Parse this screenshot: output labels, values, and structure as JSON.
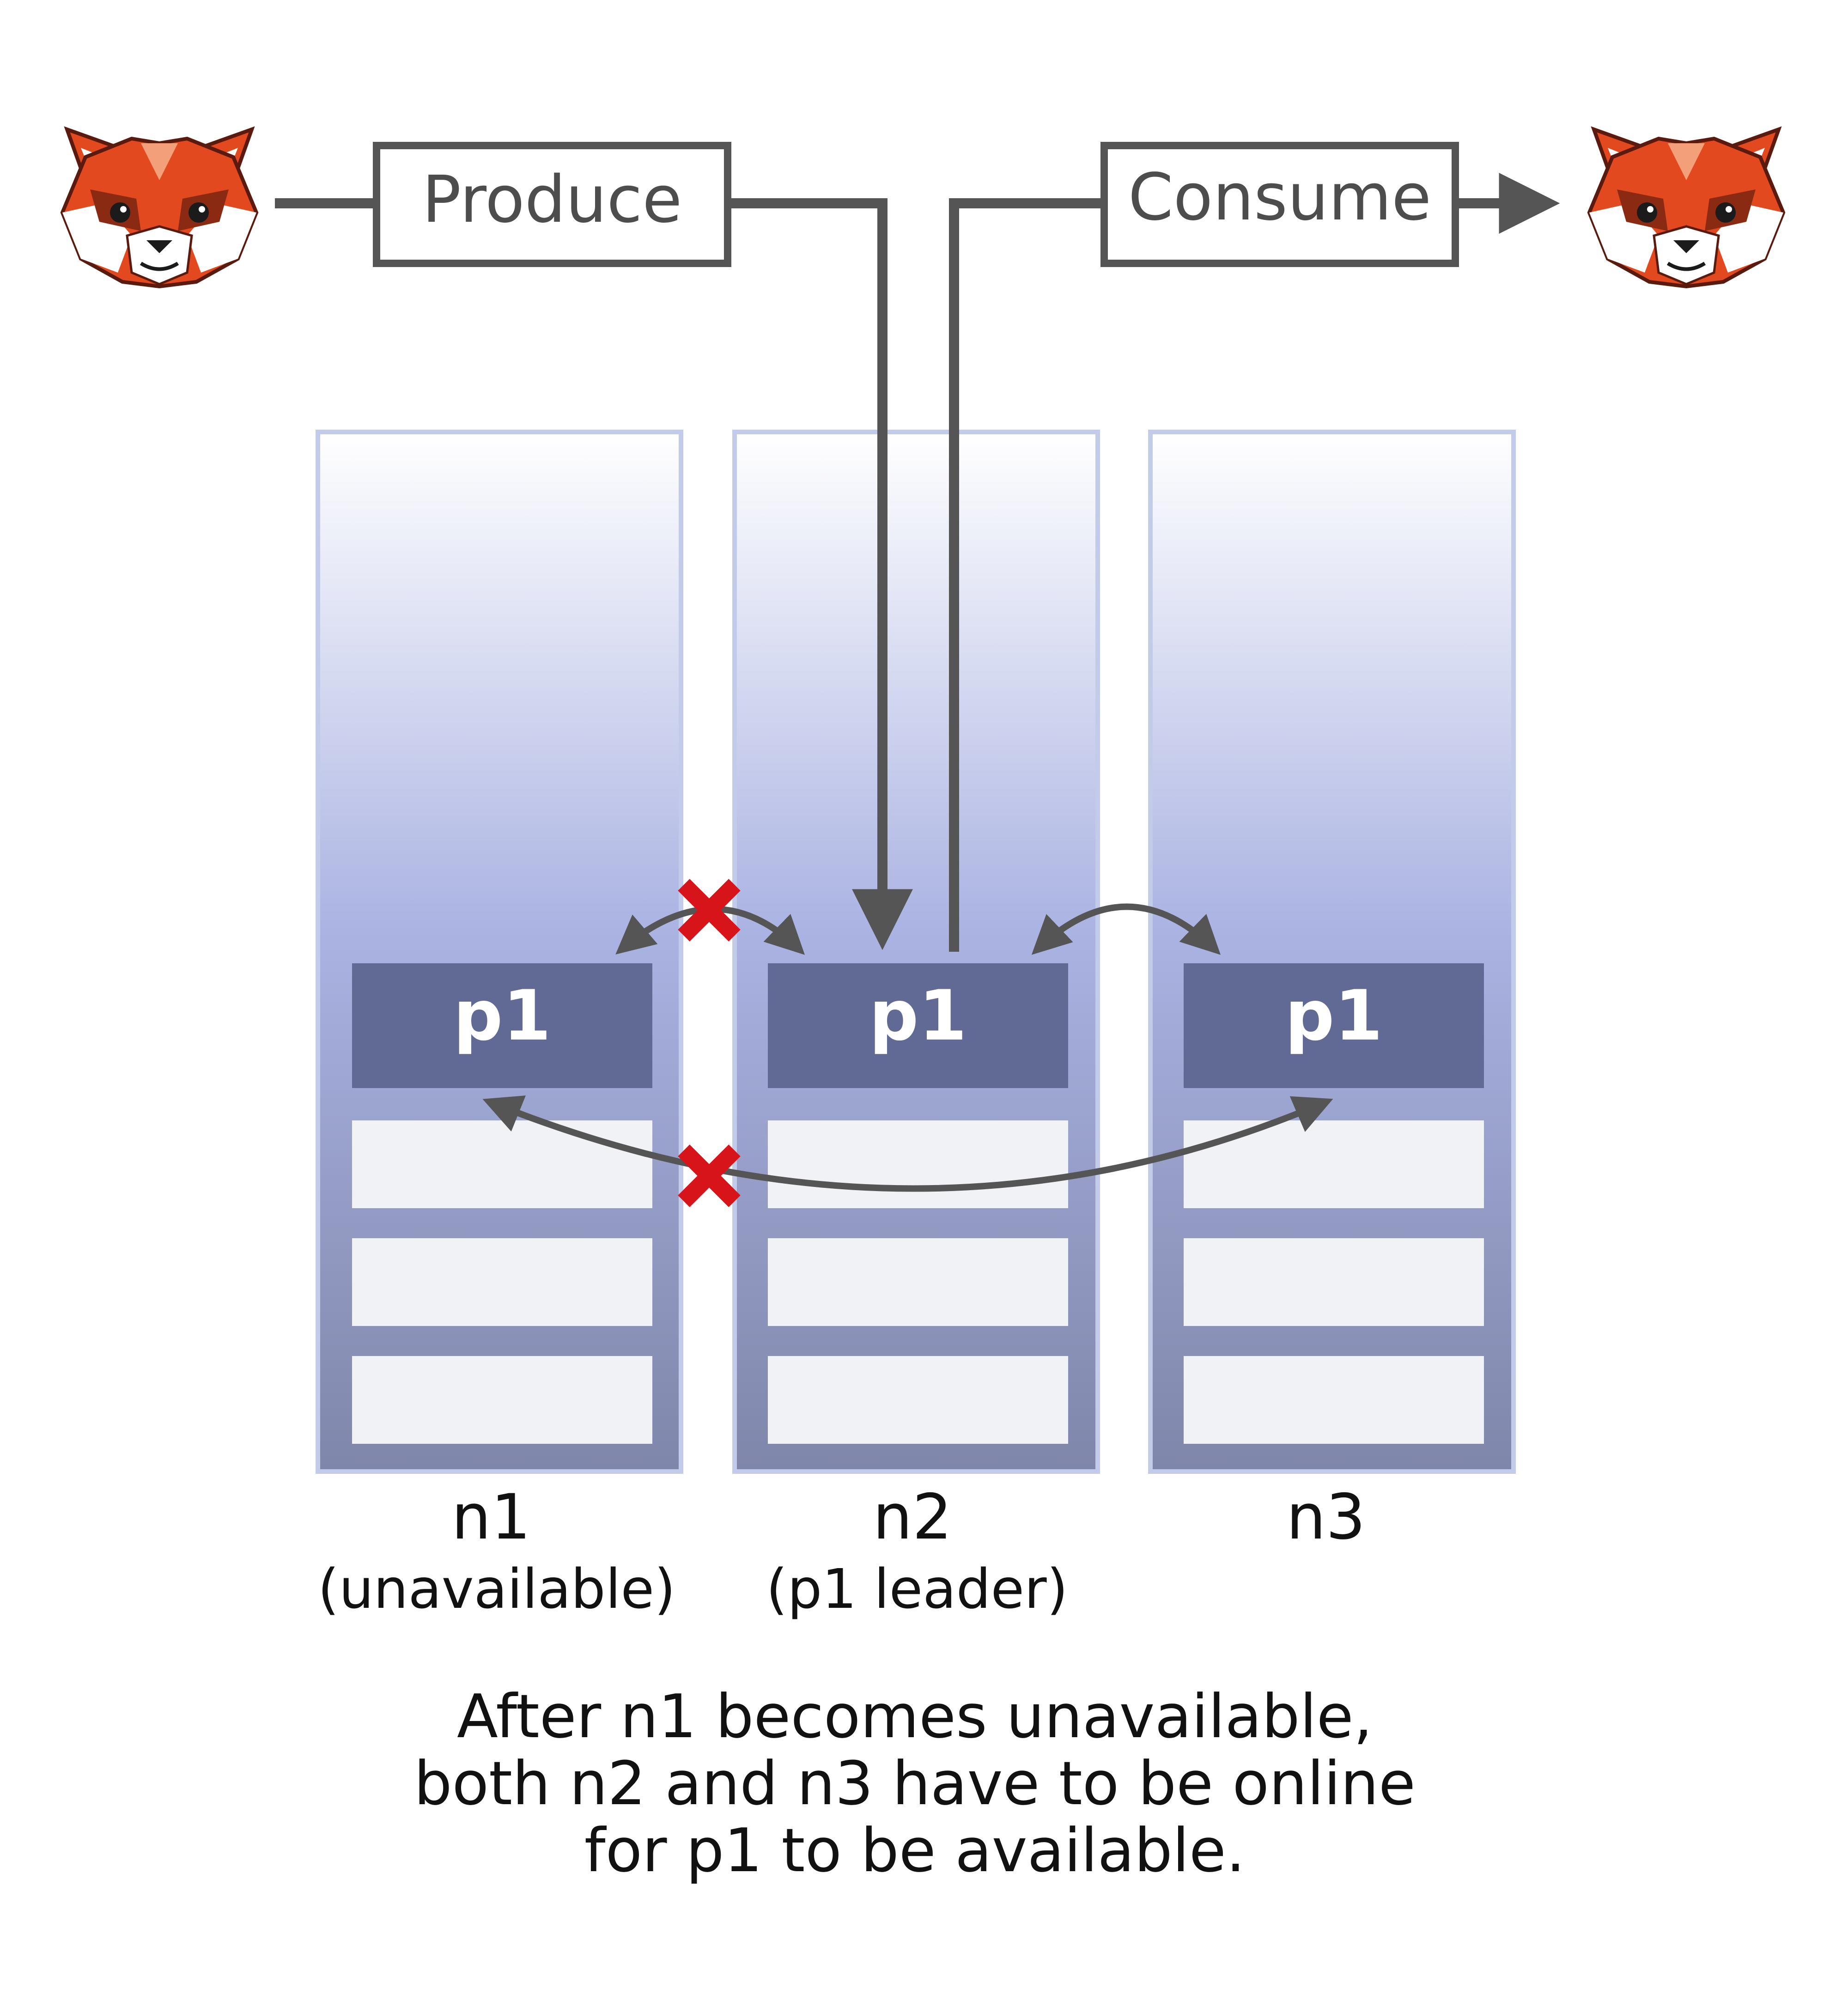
{
  "producer_label": "Produce",
  "consumer_label": "Consume",
  "nodes": [
    {
      "name": "n1",
      "status": "(unavailable)",
      "partition": "p1"
    },
    {
      "name": "n2",
      "status": "(p1 leader)",
      "partition": "p1"
    },
    {
      "name": "n3",
      "status": "",
      "partition": "p1"
    }
  ],
  "caption": {
    "line1": "After n1 becomes unavailable,",
    "line2": "both n2 and n3 have to be online",
    "line3": "for p1 to be available."
  },
  "icons": {
    "producer": "red-panda-icon",
    "consumer": "red-panda-icon",
    "broken_link": "red-x-icon"
  },
  "colors": {
    "node_column_top": "#ffffff",
    "node_column_mid": "#aab3e0",
    "node_column_bottom": "#7f86ab",
    "node_border": "#c3cbea",
    "partition_leader_fill": "#616a94",
    "empty_slot_fill": "#f1f2f6",
    "arrow": "#555555",
    "broken": "#d8141b",
    "panda_orange": "#e2491f"
  }
}
